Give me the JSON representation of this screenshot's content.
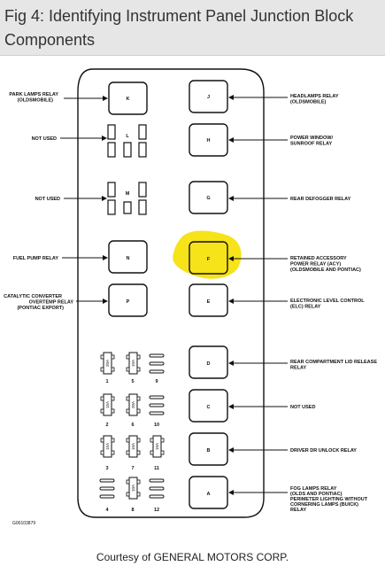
{
  "header": {
    "title": "Fig 4: Identifying Instrument Panel Junction Block Components"
  },
  "diagram": {
    "relays": [
      {
        "letter": "K"
      },
      {
        "letter": "L"
      },
      {
        "letter": "M"
      },
      {
        "letter": "N"
      },
      {
        "letter": "P"
      },
      {
        "letter": "J"
      },
      {
        "letter": "H"
      },
      {
        "letter": "G"
      },
      {
        "letter": "F"
      },
      {
        "letter": "E"
      },
      {
        "letter": "D"
      },
      {
        "letter": "C"
      },
      {
        "letter": "B"
      },
      {
        "letter": "A"
      }
    ],
    "left_labels": [
      {
        "lines": [
          "PARK LAMPS RELAY",
          "(OLDSMOBILE)"
        ]
      },
      {
        "lines": [
          "NOT USED"
        ]
      },
      {
        "lines": [
          "NOT USED"
        ]
      },
      {
        "lines": [
          "FUEL PUMP RELAY"
        ]
      },
      {
        "lines": [
          "CATALYTIC CONVERTER",
          "OVERTEMP RELAY",
          "(PONTIAC EXPORT)"
        ]
      }
    ],
    "right_labels": [
      {
        "lines": [
          "HEADLAMPS RELAY",
          "(OLDSMOBILE)"
        ]
      },
      {
        "lines": [
          "POWER WINDOW/",
          "SUNROOF RELAY"
        ]
      },
      {
        "lines": [
          "REAR DEFOGGER RELAY"
        ]
      },
      {
        "lines": [
          "RETAINED ACCESSORY",
          "POWER RELAY (ACY)",
          "(OLDSMOBILE AND PONTIAC)"
        ]
      },
      {
        "lines": [
          "ELECTRONIC LEVEL CONTROL",
          "(ELC) RELAY"
        ]
      },
      {
        "lines": [
          "REAR COMPARTMENT LID RELEASE",
          "RELAY"
        ]
      },
      {
        "lines": [
          "NOT USED"
        ]
      },
      {
        "lines": [
          "DRIVER DR UNLOCK RELAY"
        ]
      },
      {
        "lines": [
          "FOG LAMPS RELAY",
          "(OLDS AND PONTIAC)",
          "PERIMETER LIGHTING WITHOUT",
          "CORNERING LAMPS (BUICK)",
          "RELAY"
        ]
      }
    ],
    "fuse_numbers": [
      "1",
      "5",
      "9",
      "2",
      "6",
      "10",
      "3",
      "7",
      "11",
      "4",
      "8",
      "12"
    ],
    "fuse_ratings": [
      "20A",
      "10A",
      "15A",
      "20A",
      "15A",
      "10A",
      "10A",
      "10A"
    ],
    "figure_id": "G00103879",
    "highlight_color": "#f5e000"
  },
  "footer": {
    "credit": "Courtesy of GENERAL MOTORS CORP."
  }
}
